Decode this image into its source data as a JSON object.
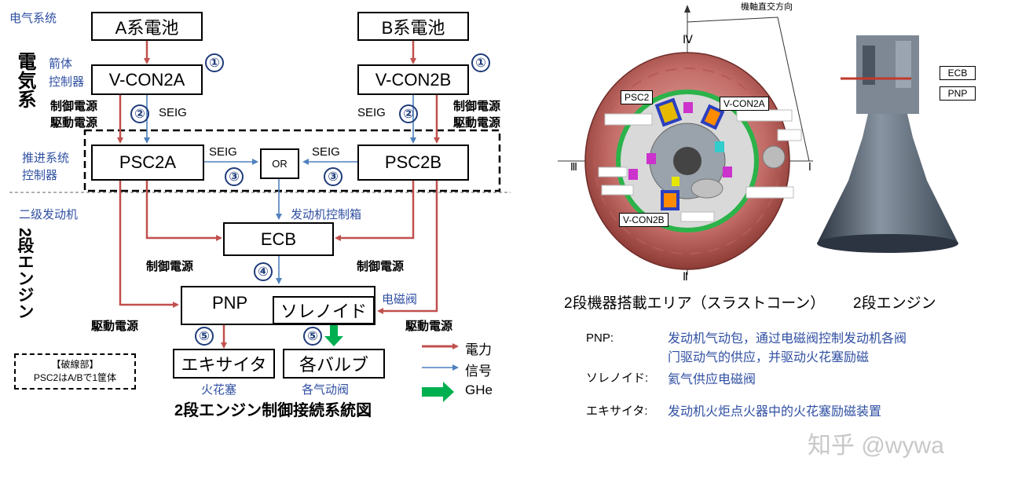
{
  "left_diagram": {
    "labels": {
      "electrical_system_cn": "电气系统",
      "electrical_system_jp": "電気系",
      "rocket_body_controller": [
        "箭体",
        "控制器"
      ],
      "control_power_left": [
        "制御電源",
        "駆動電源"
      ],
      "control_power_right": [
        "制御電源",
        "駆動電源"
      ],
      "propulsion_controller": [
        "推进系统",
        "控制器"
      ],
      "second_stage_engine_cn": "二级发动机",
      "second_stage_engine_jp": "2段エンジン",
      "engine_control_box": "发动机控制箱",
      "ecb_control_power_left": "制御電源",
      "ecb_control_power_right": "制御電源",
      "drive_power_left": "駆動電源",
      "drive_power_right": "駆動電源",
      "solenoid_valve": "电磁阀",
      "spark": "火花塞",
      "valves": "各气动阀",
      "caption": "2段エンジン制御接続系統図"
    },
    "boxes": {
      "battery_a": "A系電池",
      "battery_b": "B系電池",
      "vcon2a": "V-CON2A",
      "vcon2b": "V-CON2B",
      "psc2a": "PSC2A",
      "psc2b": "PSC2B",
      "or": "OR",
      "ecb": "ECB",
      "pnp": "PNP",
      "solenoid": "ソレノイド",
      "exciter": "エキサイタ",
      "valves": "各バルブ"
    },
    "signals": {
      "seig_left_vertical": "SEIG",
      "seig_right_vertical": "SEIG",
      "seig_left_horizontal": "SEIG",
      "seig_right_horizontal": "SEIG"
    },
    "numbers": {
      "n1_left": "①",
      "n1_right": "①",
      "n2_left": "②",
      "n2_right": "②",
      "n3_left": "③",
      "n3_right": "③",
      "n4": "④",
      "n5_left": "⑤",
      "n5_right": "⑤"
    },
    "broken_line_note": {
      "title": "【破線部】",
      "body": "PSC2はA/Bで1筐体"
    },
    "legend": [
      {
        "label": "電力",
        "color": "#c0504d"
      },
      {
        "label": "信号",
        "color": "#4f81bd"
      },
      {
        "label": "GHe",
        "color": "#00b050"
      }
    ],
    "colors": {
      "power": "#c0504d",
      "signal": "#4f81bd",
      "ghe": "#00b050",
      "annotation_blue": "#2f4fa2"
    }
  },
  "right_image": {
    "axis_label": "機軸直交方向",
    "roman_numerals": {
      "top": "Ⅳ",
      "left": "Ⅲ",
      "right": "Ⅰ",
      "bottom": "Ⅱ"
    },
    "callouts": {
      "psc2": "PSC2",
      "vcon2a": "V-CON2A",
      "vcon2b": "V-CON2B",
      "ecb": "ECB",
      "pnp": "PNP"
    },
    "caption_left": "2段機器搭載エリア（スラストコーン）",
    "caption_right": "2段エンジン"
  },
  "notes": [
    {
      "term": "PNP:",
      "desc": [
        "发动机气动包，通过电磁阀控制发动机各阀",
        "门驱动气的供应，并驱动火花塞励磁"
      ]
    },
    {
      "term": "ソレノイド:",
      "desc": [
        "氦气供应电磁阀"
      ]
    },
    {
      "term": "エキサイタ:",
      "desc": [
        "发动机火炬点火器中的火花塞励磁装置"
      ]
    }
  ],
  "watermark": "知乎 @wywa"
}
